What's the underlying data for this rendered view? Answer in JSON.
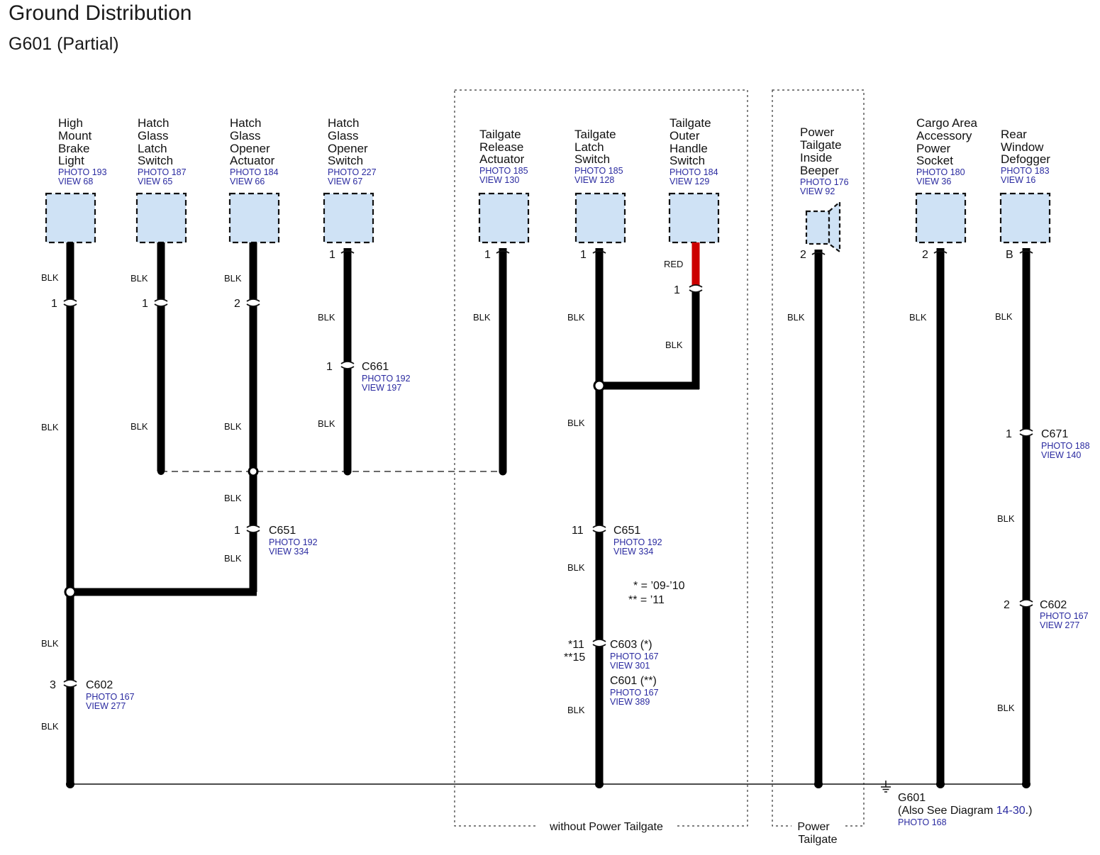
{
  "title": "Ground Distribution",
  "subtitle": "G601 (Partial)",
  "colors": {
    "wire": "#000000",
    "red_wire": "#cc0000",
    "component_fill": "#cfe2f5",
    "ref_text": "#2a2aa0"
  },
  "components": [
    {
      "id": "hmbl",
      "name": [
        "High",
        "Mount",
        "Brake",
        "Light"
      ],
      "photo": "PHOTO 193",
      "view": "VIEW 68",
      "icon": "component-box"
    },
    {
      "id": "hgls",
      "name": [
        "Hatch",
        "Glass",
        "Latch",
        "Switch"
      ],
      "photo": "PHOTO 187",
      "view": "VIEW 65",
      "icon": "component-box"
    },
    {
      "id": "hgoa",
      "name": [
        "Hatch",
        "Glass",
        "Opener",
        "Actuator"
      ],
      "photo": "PHOTO 184",
      "view": "VIEW 66",
      "icon": "component-box"
    },
    {
      "id": "hgos",
      "name": [
        "Hatch",
        "Glass",
        "Opener",
        "Switch"
      ],
      "photo": "PHOTO 227",
      "view": "VIEW 67",
      "icon": "component-box"
    },
    {
      "id": "tra",
      "name": [
        "Tailgate",
        "Release",
        "Actuator"
      ],
      "photo": "PHOTO 185",
      "view": "VIEW 130",
      "icon": "component-box"
    },
    {
      "id": "tls",
      "name": [
        "Tailgate",
        "Latch",
        "Switch"
      ],
      "photo": "PHOTO 185",
      "view": "VIEW 128",
      "icon": "component-box"
    },
    {
      "id": "tohs",
      "name": [
        "Tailgate",
        "Outer",
        "Handle",
        "Switch"
      ],
      "photo": "PHOTO 184",
      "view": "VIEW 129",
      "icon": "component-box"
    },
    {
      "id": "ptib",
      "name": [
        "Power",
        "Tailgate",
        "Inside",
        "Beeper"
      ],
      "photo": "PHOTO 176",
      "view": "VIEW 92",
      "icon": "speaker-icon"
    },
    {
      "id": "caaps",
      "name": [
        "Cargo Area",
        "Accessory",
        "Power",
        "Socket"
      ],
      "photo": "PHOTO 180",
      "view": "VIEW 36",
      "icon": "component-box"
    },
    {
      "id": "rwd",
      "name": [
        "Rear",
        "Window",
        "Defogger"
      ],
      "photo": "PHOTO 183",
      "view": "VIEW 16",
      "icon": "component-box"
    }
  ],
  "pins": {
    "hgos_top": "1",
    "tra_top": "1",
    "tls_top": "1",
    "ptib_top": "2",
    "caaps_top": "2",
    "rwd_top": "B",
    "hmbl_c1": "1",
    "hgls_c1": "1",
    "hgoa_c1": "2",
    "tohs_c1": "1",
    "c661": "1",
    "c651_left": "1",
    "c651_right": "11",
    "c671": "1",
    "c602_right": "2",
    "c602_left": "3",
    "c603": "*11",
    "c601": "**15"
  },
  "wire_labels": {
    "blk": "BLK",
    "red": "RED"
  },
  "connectors": {
    "c661": {
      "name": "C661",
      "photo": "PHOTO 192",
      "view": "VIEW 197"
    },
    "c651_left": {
      "name": "C651",
      "photo": "PHOTO 192",
      "view": "VIEW 334"
    },
    "c651_right": {
      "name": "C651",
      "photo": "PHOTO 192",
      "view": "VIEW 334"
    },
    "c671": {
      "name": "C671",
      "photo": "PHOTO 188",
      "view": "VIEW 140"
    },
    "c602_right": {
      "name": "C602",
      "photo": "PHOTO 167",
      "view": "VIEW 277"
    },
    "c602_left": {
      "name": "C602",
      "photo": "PHOTO 167",
      "view": "VIEW 277"
    },
    "c603": {
      "name": "C603 (*)",
      "photo": "PHOTO 167",
      "view": "VIEW 301"
    },
    "c601": {
      "name": "C601 (**)",
      "photo": "PHOTO 167",
      "view": "VIEW 389"
    }
  },
  "notes": {
    "single_star": "* = ’09-’10",
    "double_star": "** = ’11"
  },
  "groups": {
    "without_power_tailgate": "without Power Tailgate",
    "power_tailgate": [
      "Power",
      "Tailgate"
    ]
  },
  "ground": {
    "name": "G601",
    "also_prefix": "(Also",
    "also_see": "See Diagram",
    "diagram_ref": "14-30",
    "also_suffix": ".)",
    "photo": "PHOTO 168",
    "icon": "ground-icon"
  }
}
